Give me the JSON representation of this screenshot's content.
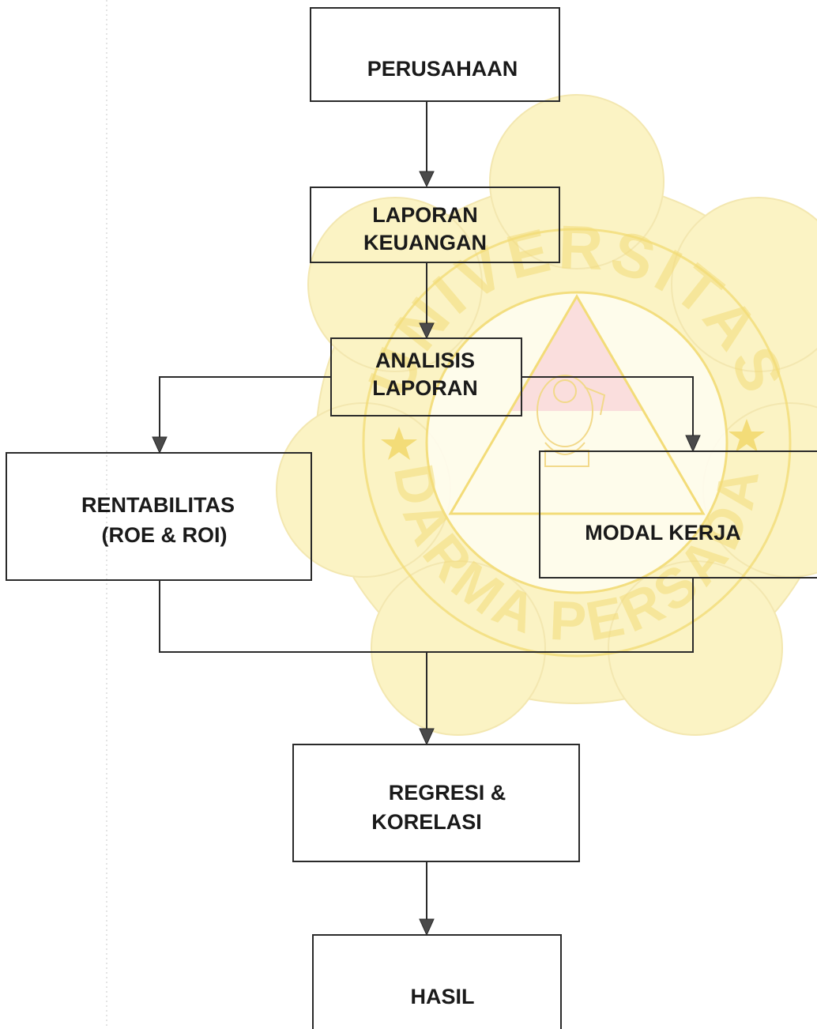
{
  "flowchart": {
    "nodes": {
      "perusahaan": [
        "PERUSAHAAN"
      ],
      "laporan_keuangan": [
        "LAPORAN",
        "KEUANGAN"
      ],
      "analisis_laporan": [
        "ANALISIS",
        "LAPORAN"
      ],
      "rentabilitas": [
        "RENTABILITAS",
        "(ROE & ROI)"
      ],
      "modal_kerja": [
        "MODAL KERJA"
      ],
      "regresi_korelasi": [
        "REGRESI &",
        "KORELASI"
      ],
      "hasil": [
        "HASIL"
      ]
    }
  },
  "watermark": {
    "text_top": "UNIVERSITAS",
    "text_bottom": "DARMA PERSADA",
    "colors": {
      "petals": "#fbf3c4",
      "ring": "#f6e08a",
      "triangle_top": "#f9d6da",
      "text": "#f3dc78"
    }
  },
  "colors": {
    "stroke": "#2a2a2a",
    "text": "#1a1a1a"
  }
}
